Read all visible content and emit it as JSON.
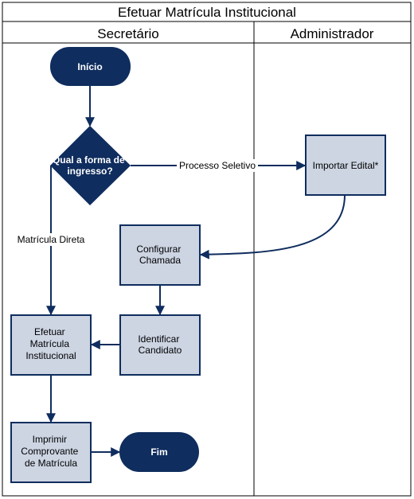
{
  "title": "Efetuar Matrícula Institucional",
  "lanes": {
    "secretario": "Secretário",
    "administrador": "Administrador"
  },
  "nodes": {
    "inicio": "Início",
    "decision": [
      "Qual a forma de",
      "ingresso?"
    ],
    "importar": "Importar Edital*",
    "configurar": [
      "Configurar",
      "Chamada"
    ],
    "identificar": [
      "Identificar",
      "Candidato"
    ],
    "efetuar": [
      "Efetuar",
      "Matrícula",
      "Institucional"
    ],
    "imprimir": [
      "Imprimir",
      "Comprovante",
      "de Matrícula"
    ],
    "fim": "Fim"
  },
  "edges": {
    "processo_seletivo": "Processo Seletivo",
    "matricula_direta": "Matrícula Direta"
  },
  "colors": {
    "dark": "#0f2d5e",
    "box_fill": "#cdd5e3"
  }
}
